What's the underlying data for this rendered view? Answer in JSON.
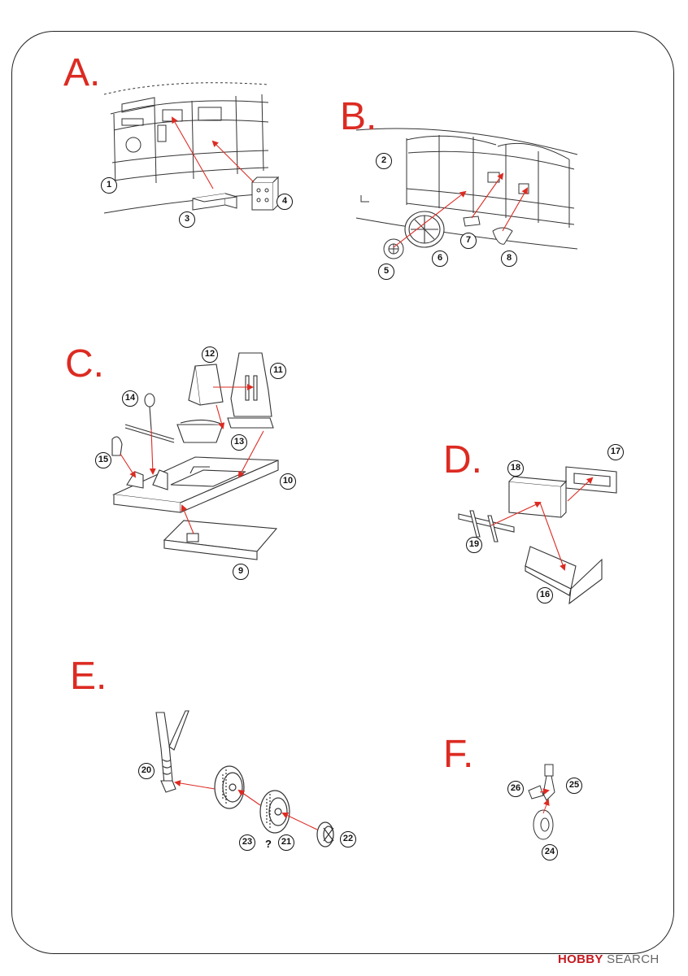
{
  "sections": {
    "a": "A.",
    "b": "B.",
    "c": "C.",
    "d": "D.",
    "e": "E.",
    "f": "F."
  },
  "parts": {
    "p1": "1",
    "p2": "2",
    "p3": "3",
    "p4": "4",
    "p5": "5",
    "p6": "6",
    "p7": "7",
    "p8": "8",
    "p9": "9",
    "p10": "10",
    "p11": "11",
    "p12": "12",
    "p13": "13",
    "p14": "14",
    "p15": "15",
    "p16": "16",
    "p17": "17",
    "p18": "18",
    "p19": "19",
    "p20": "20",
    "p21": "21",
    "p22": "22",
    "p23": "23",
    "p24": "24",
    "p25": "25",
    "p26": "26"
  },
  "unknown_mark": "?",
  "watermark": {
    "brand": "HOBBY",
    "suffix": "SEARCH"
  },
  "colors": {
    "arrow": "#dc2b22",
    "line": "#222222",
    "section_letter": "#dc2b22"
  }
}
